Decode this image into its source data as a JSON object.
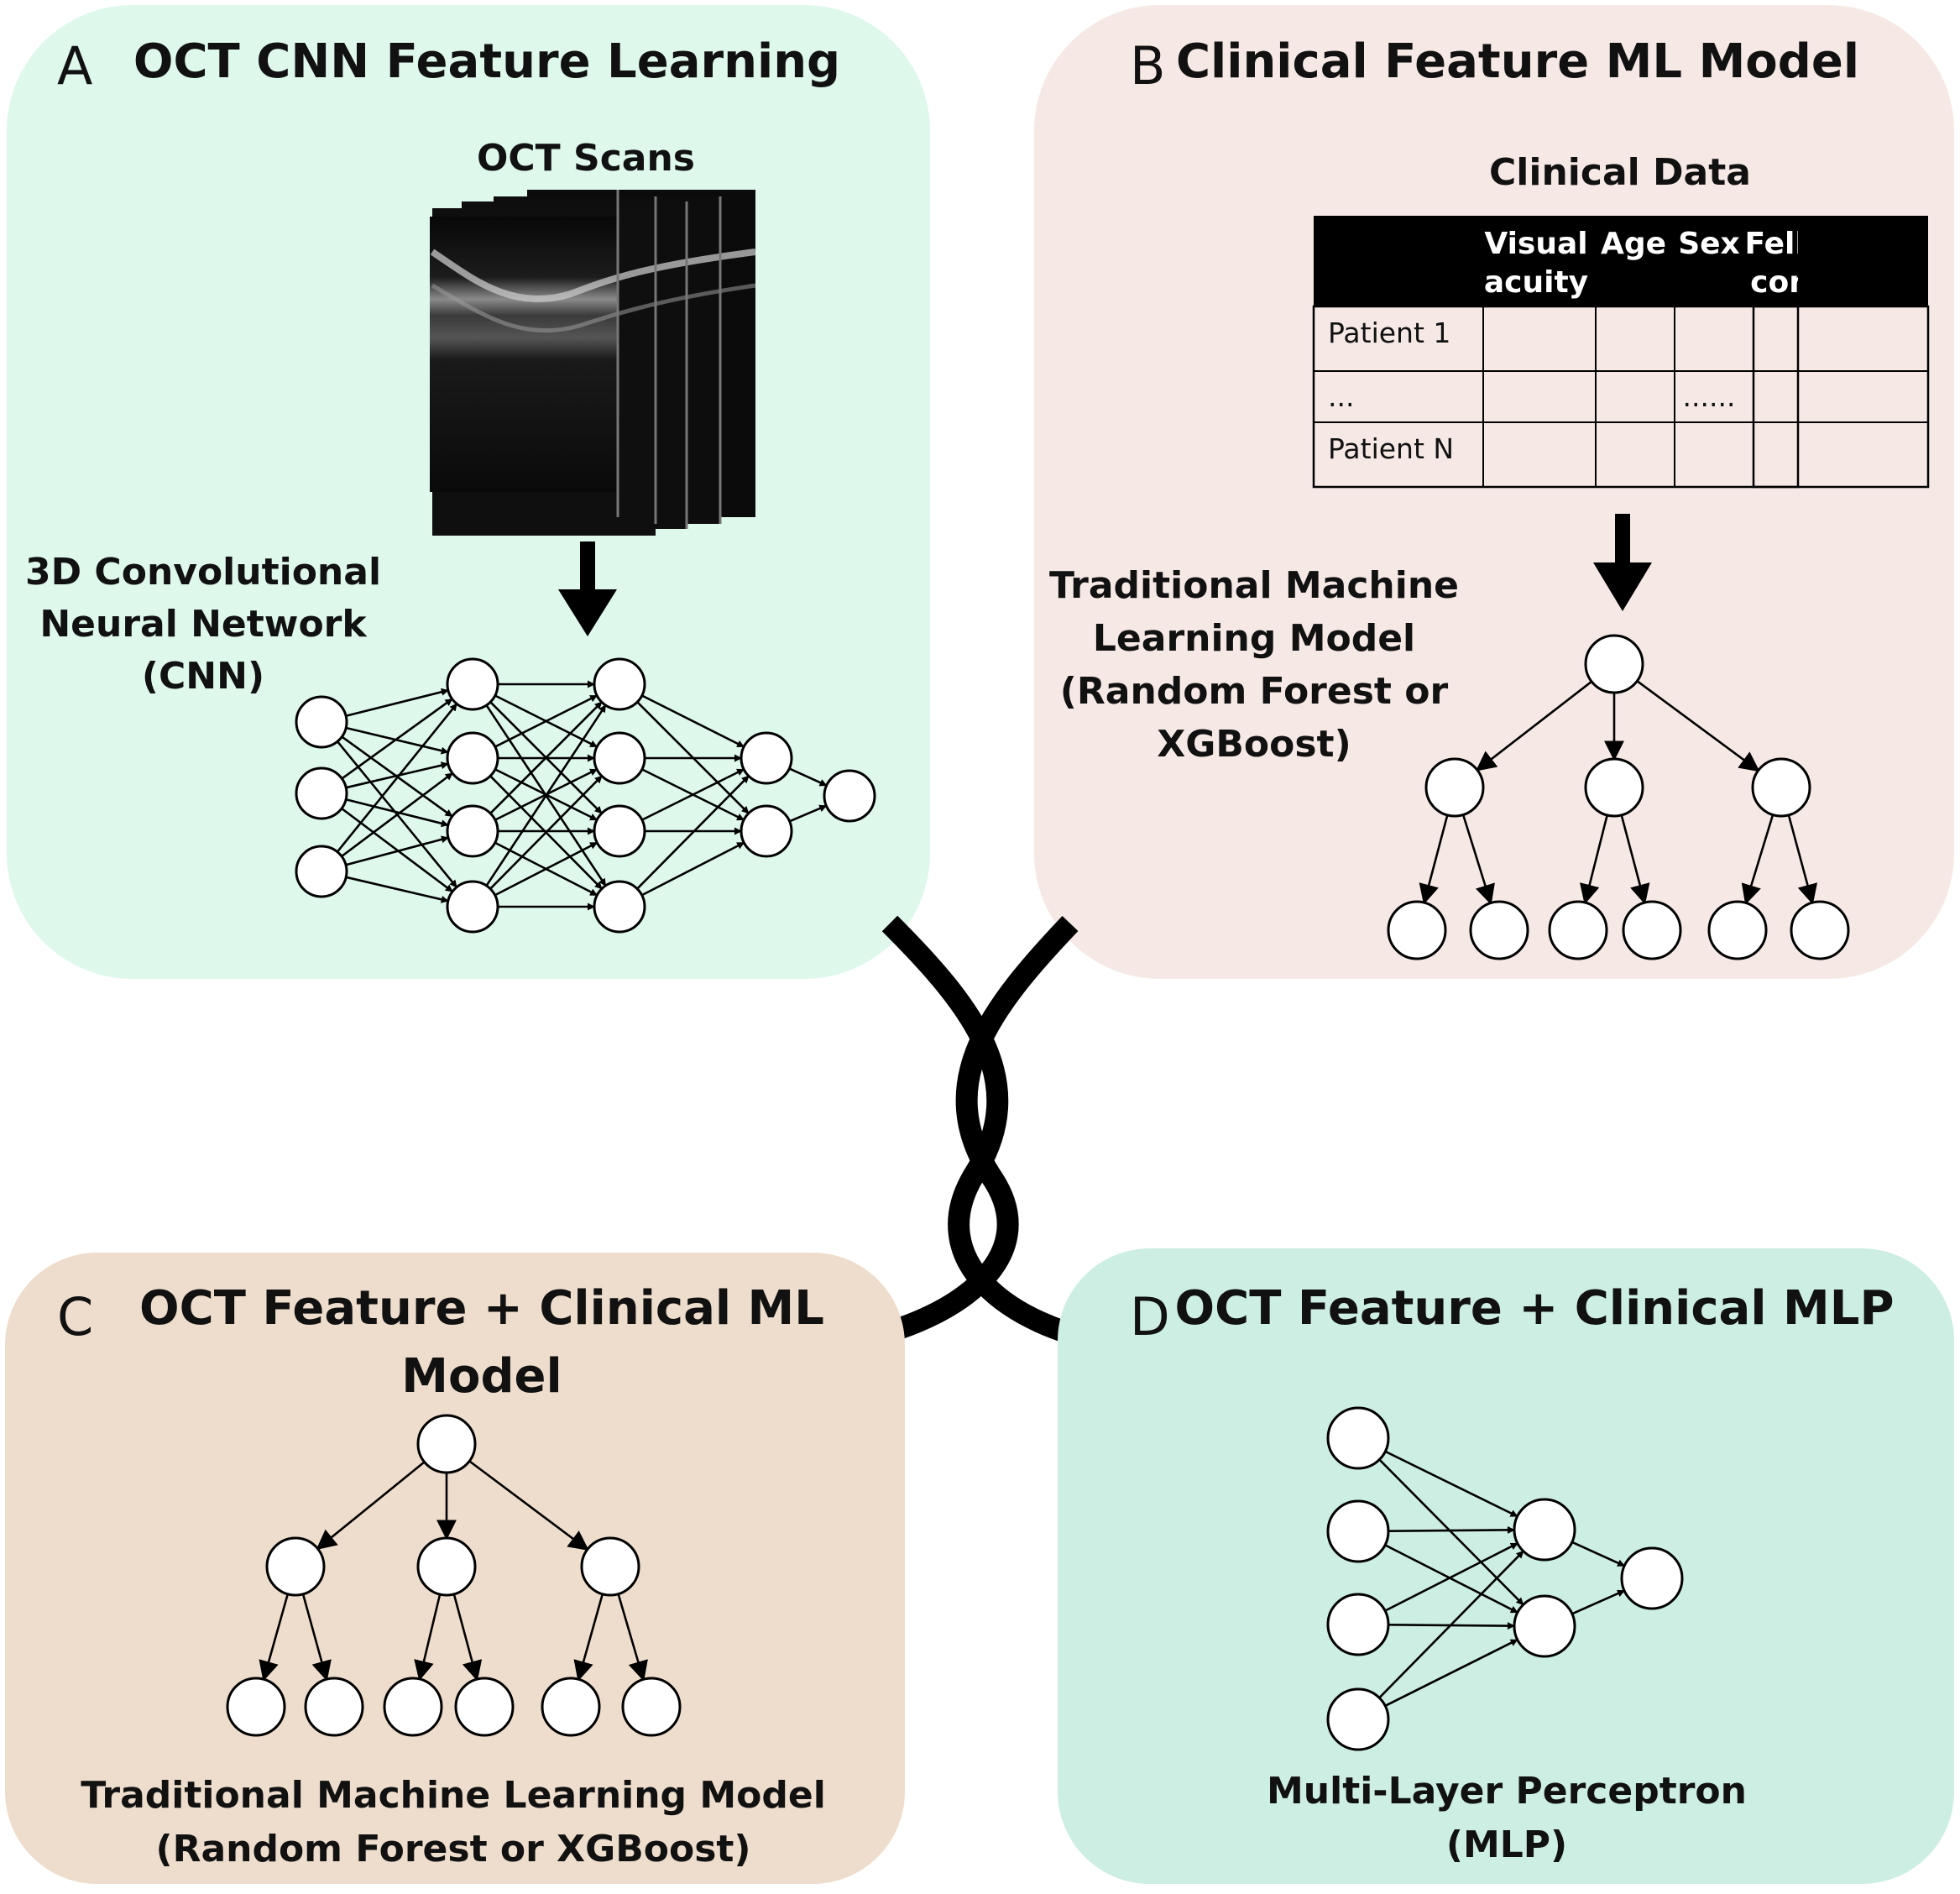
{
  "colors": {
    "panel_a": "#dff8ec",
    "panel_b": "#f6e9e5",
    "panel_c": "#eeddcc",
    "panel_d": "#cdeee2",
    "ink": "#000000"
  },
  "panels": {
    "a": {
      "letter": "A",
      "title": "OCT CNN Feature Learning",
      "image_label": "OCT Scans",
      "network_label": [
        "3D Convolutional",
        "Neural Network",
        "(CNN)"
      ]
    },
    "b": {
      "letter": "B",
      "title": "Clinical Feature ML Model",
      "table_title": "Clinical Data",
      "table": {
        "headers": [
          [
            "",
            ""
          ],
          [
            "Visual",
            "acuity"
          ],
          [
            "Age",
            ""
          ],
          [
            "Sex",
            ""
          ],
          [
            "Fellow eye",
            "condition"
          ]
        ],
        "rows": [
          [
            "Patient 1",
            "",
            "",
            "",
            ""
          ],
          [
            "...",
            "",
            "",
            "......",
            ""
          ],
          [
            "Patient N",
            "",
            "",
            "",
            ""
          ]
        ]
      },
      "model_label": [
        "Traditional Machine",
        "Learning Model",
        "(Random Forest or",
        "XGBoost)"
      ]
    },
    "c": {
      "letter": "C",
      "title": [
        "OCT Feature + Clinical ML",
        "Model"
      ],
      "model_label": [
        "Traditional Machine Learning Model",
        "(Random Forest or XGBoost)"
      ]
    },
    "d": {
      "letter": "D",
      "title": "OCT Feature + Clinical MLP",
      "model_label": [
        "Multi-Layer Perceptron",
        "(MLP)"
      ]
    }
  }
}
